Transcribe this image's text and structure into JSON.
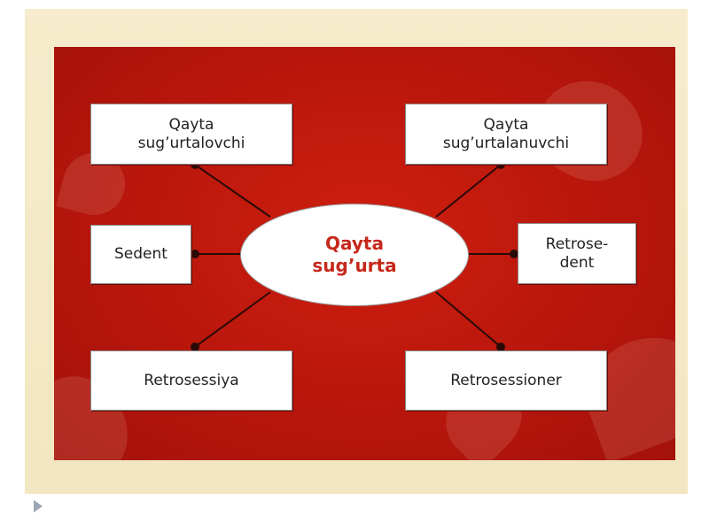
{
  "diagram": {
    "center": {
      "label": "Qayta\nsug’urta"
    },
    "nodes": [
      {
        "id": "reinsurer",
        "label": "Qayta\nsug’urtalovchi"
      },
      {
        "id": "reinsured",
        "label": "Qayta\nsug’urtalanuvchi"
      },
      {
        "id": "cedent",
        "label": "Sedent"
      },
      {
        "id": "retrocedent",
        "label": "Retrose-\ndent"
      },
      {
        "id": "retrocession",
        "label": "Retrosessiya"
      },
      {
        "id": "retrocessionaire",
        "label": "Retrosessioner"
      }
    ]
  },
  "colors": {
    "panel": "#b8160c",
    "frame": "#f6eccd",
    "center_text": "#c6281b",
    "connector": "#2a0a06"
  }
}
